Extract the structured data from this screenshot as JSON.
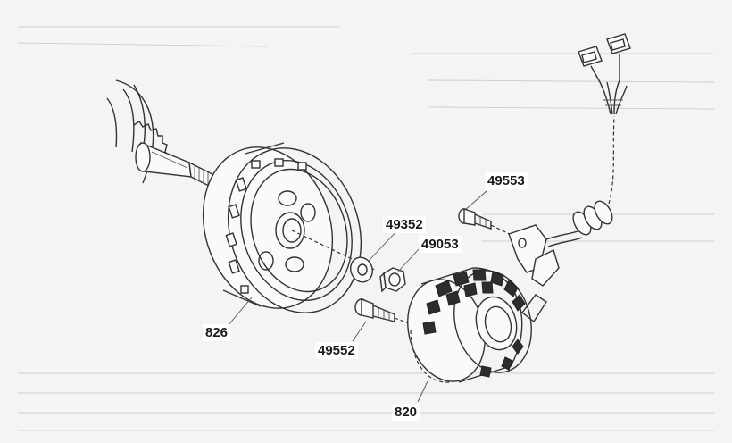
{
  "diagram": {
    "parts": [
      {
        "key": "flywheel",
        "number": "826"
      },
      {
        "key": "stator",
        "number": "820"
      },
      {
        "key": "washer",
        "number": "49352"
      },
      {
        "key": "nut",
        "number": "49053"
      },
      {
        "key": "bolt_upper",
        "number": "49553"
      },
      {
        "key": "bolt_lower",
        "number": "49552"
      }
    ]
  }
}
